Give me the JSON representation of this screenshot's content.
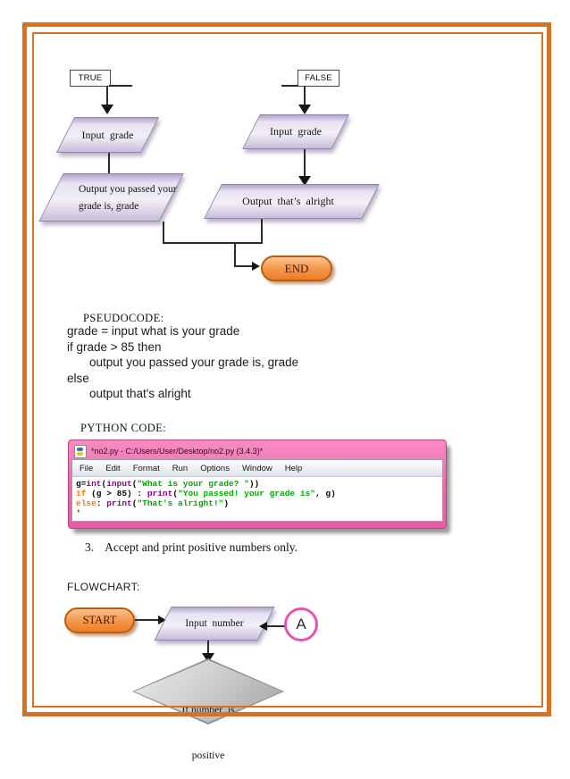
{
  "colors": {
    "frame_orange": "#d8721f",
    "shape_purple": "#d9cfe7",
    "capsule_orange": "#f08c3c",
    "titlebar_pink": "#ec67ad",
    "connector_magenta": "#ec4fb0",
    "code_keyword": "#ff7700",
    "code_builtin": "#900090",
    "code_string": "#00aa00"
  },
  "flowchart_grade": {
    "true_label": "TRUE",
    "false_label": "FALSE",
    "input_left": "Input  grade",
    "input_right": "Input  grade",
    "output_left_line1": "Output you passed your",
    "output_left_line2": "grade is, grade",
    "output_right": "Output  that’s  alright",
    "end_label": "END"
  },
  "pseudocode": {
    "heading": "PSEUDOCODE:",
    "lines": [
      "grade = input what is your grade",
      "if grade > 85 then",
      "output you passed your grade is, grade",
      "else",
      "output that's alright"
    ]
  },
  "python": {
    "heading": "PYTHON CODE:",
    "window_title": "*no2.py - C:/Users/User/Desktop/no2.py (3.4.3)*",
    "menu_items": [
      "File",
      "Edit",
      "Format",
      "Run",
      "Options",
      "Window",
      "Help"
    ],
    "code_lines": [
      [
        [
          "plain",
          "g="
        ],
        [
          "builtin",
          "int"
        ],
        [
          "plain",
          "("
        ],
        [
          "builtin",
          "input"
        ],
        [
          "plain",
          "("
        ],
        [
          "string",
          "\"What is your grade? \""
        ],
        [
          "plain",
          "))"
        ]
      ],
      [
        [
          "keyword",
          "if"
        ],
        [
          "plain",
          " (g > 85) : "
        ],
        [
          "builtin",
          "print"
        ],
        [
          "plain",
          "("
        ],
        [
          "string",
          "\"You passed! your grade is\""
        ],
        [
          "plain",
          ", g)"
        ]
      ],
      [
        [
          "keyword",
          "else"
        ],
        [
          "plain",
          ": "
        ],
        [
          "builtin",
          "print"
        ],
        [
          "plain",
          "("
        ],
        [
          "string",
          "\"That's alright!\""
        ],
        [
          "plain",
          ")"
        ]
      ],
      [
        [
          "plain",
          "'"
        ]
      ]
    ]
  },
  "exercise": {
    "item_number": "3.",
    "item_text": "Accept and print positive numbers only.",
    "flowchart_heading": "FLOWCHART:"
  },
  "flowchart_positive": {
    "start_label": "START",
    "input_label": "Input  number",
    "connector_label": "A",
    "decision_line1": "If number  is",
    "decision_line2": "positive"
  }
}
